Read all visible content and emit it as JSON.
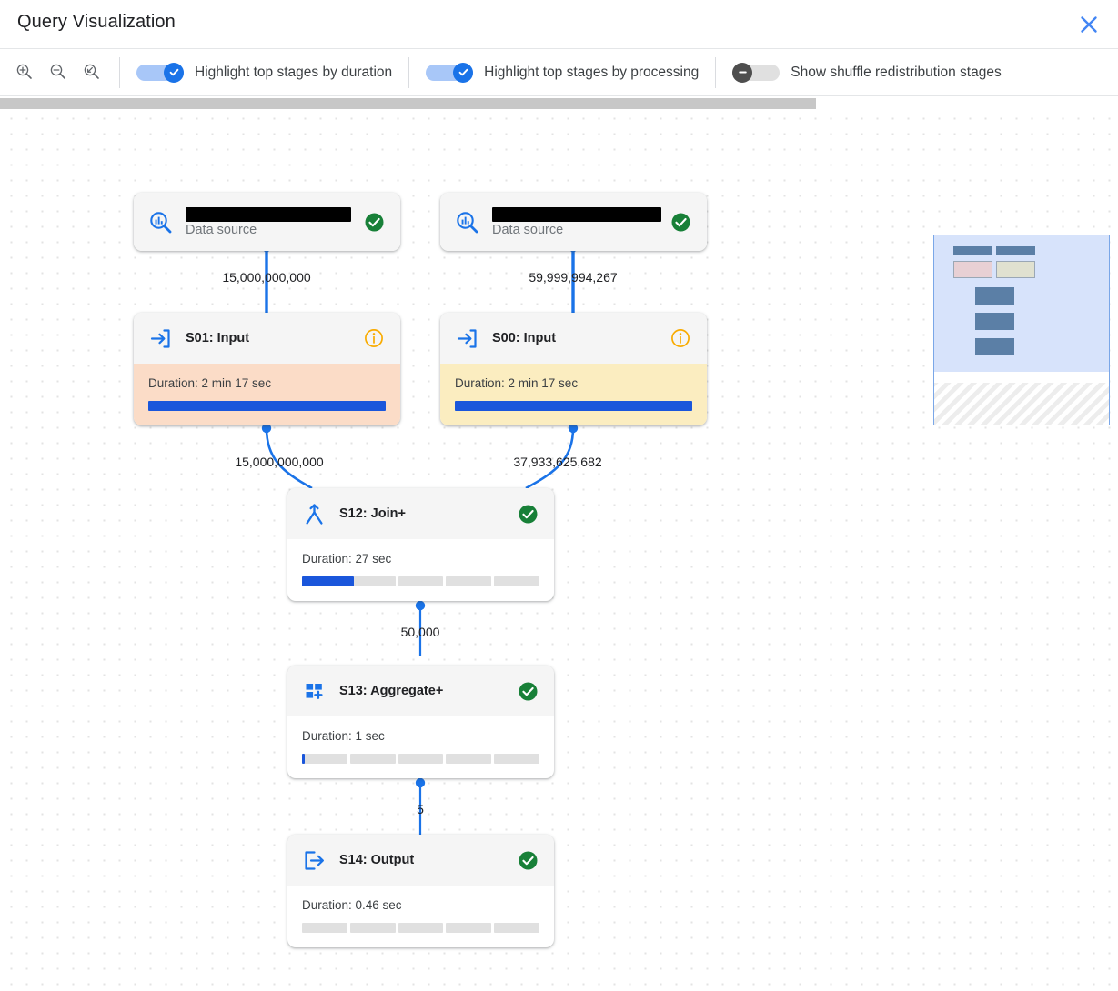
{
  "window": {
    "title": "Query Visualization",
    "close_icon": "close-icon"
  },
  "toolbar": {
    "zoom_in_icon": "zoom-in-icon",
    "zoom_out_icon": "zoom-out-icon",
    "zoom_reset_icon": "zoom-reset-icon",
    "toggles": [
      {
        "label": "Highlight top stages by duration",
        "state": "on"
      },
      {
        "label": "Highlight top stages by processing",
        "state": "on"
      },
      {
        "label": "Show shuffle redistribution stages",
        "state": "off"
      }
    ]
  },
  "colors": {
    "accent_blue": "#1A73E8",
    "bar_blue": "#1A56DB",
    "status_green": "#188038",
    "warn_orange": "#F9AB00",
    "highlight_duration": "#FBDCC7",
    "highlight_processing": "#FBEDC0",
    "track_gray": "#E0E0E0"
  },
  "graph": {
    "nodes": [
      {
        "id": "ds-left",
        "kind": "data-source",
        "title": "",
        "title_redacted": true,
        "subtitle": "Data source",
        "icon": "data-source-search-icon",
        "status": "success",
        "status_icon": "check-circle-icon",
        "duration": null,
        "progress_pct": null,
        "highlight": "none"
      },
      {
        "id": "ds-right",
        "kind": "data-source",
        "title": "",
        "title_redacted": true,
        "subtitle": "Data source",
        "icon": "data-source-search-icon",
        "status": "success",
        "status_icon": "check-circle-icon",
        "duration": null,
        "progress_pct": null,
        "highlight": "none"
      },
      {
        "id": "s01",
        "kind": "stage",
        "title": "S01: Input",
        "icon": "input-arrow-icon",
        "status": "info",
        "status_icon": "info-circle-icon",
        "duration": "Duration: 2 min 17 sec",
        "progress_pct": 100,
        "highlight": "duration"
      },
      {
        "id": "s00",
        "kind": "stage",
        "title": "S00: Input",
        "icon": "input-arrow-icon",
        "status": "info",
        "status_icon": "info-circle-icon",
        "duration": "Duration: 2 min 17 sec",
        "progress_pct": 100,
        "highlight": "processing"
      },
      {
        "id": "s12",
        "kind": "stage",
        "title": "S12: Join+",
        "icon": "join-merge-icon",
        "status": "success",
        "status_icon": "check-circle-icon",
        "duration": "Duration: 27 sec",
        "progress_pct": 20,
        "highlight": "none"
      },
      {
        "id": "s13",
        "kind": "stage",
        "title": "S13: Aggregate+",
        "icon": "aggregate-squares-plus-icon",
        "status": "success",
        "status_icon": "check-circle-icon",
        "duration": "Duration: 1 sec",
        "progress_pct": 1,
        "highlight": "none"
      },
      {
        "id": "s14",
        "kind": "stage",
        "title": "S14: Output",
        "icon": "output-arrow-icon",
        "status": "success",
        "status_icon": "check-circle-icon",
        "duration": "Duration: 0.46 sec",
        "progress_pct": 0,
        "highlight": "none"
      }
    ],
    "edges": [
      {
        "from": "ds-left",
        "to": "s01",
        "label": "15,000,000,000"
      },
      {
        "from": "ds-right",
        "to": "s00",
        "label": "59,999,994,267"
      },
      {
        "from": "s01",
        "to": "s12",
        "label": "15,000,000,000"
      },
      {
        "from": "s00",
        "to": "s12",
        "label": "37,933,625,682"
      },
      {
        "from": "s12",
        "to": "s13",
        "label": "50,000"
      },
      {
        "from": "s13",
        "to": "s14",
        "label": "5"
      }
    ]
  },
  "minimap": {
    "name": "graph-minimap"
  },
  "scrollbar": {
    "name": "horizontal-scrollbar"
  }
}
